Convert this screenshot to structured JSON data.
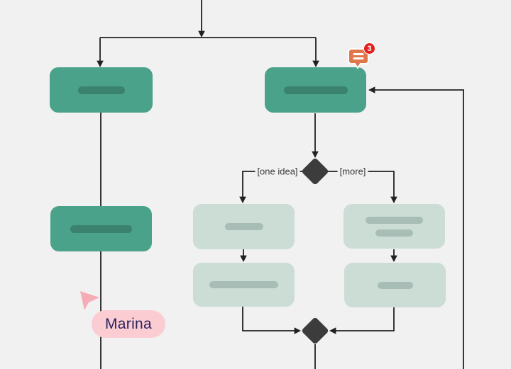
{
  "canvas": {
    "background": "#F1F1F2"
  },
  "palette": {
    "connector": "#212121",
    "node_green": "#4BA28A",
    "node_green_pill": "#3A816E",
    "node_light": "#CBDDD5",
    "node_light_pill": "#A8BDB6",
    "diamond": "#3C3C3C"
  },
  "flowchart": {
    "branch_labels": {
      "left": "[one idea]",
      "right": "[more]"
    }
  },
  "comment_badge": {
    "count": "3",
    "bubble_color": "#E0764B",
    "badge_color": "#E41D1D"
  },
  "collaborator": {
    "name": "Marina",
    "cursor_color": "#F5ACB5",
    "label_bg": "#FBCDD2",
    "label_text_color": "#2B215E"
  }
}
